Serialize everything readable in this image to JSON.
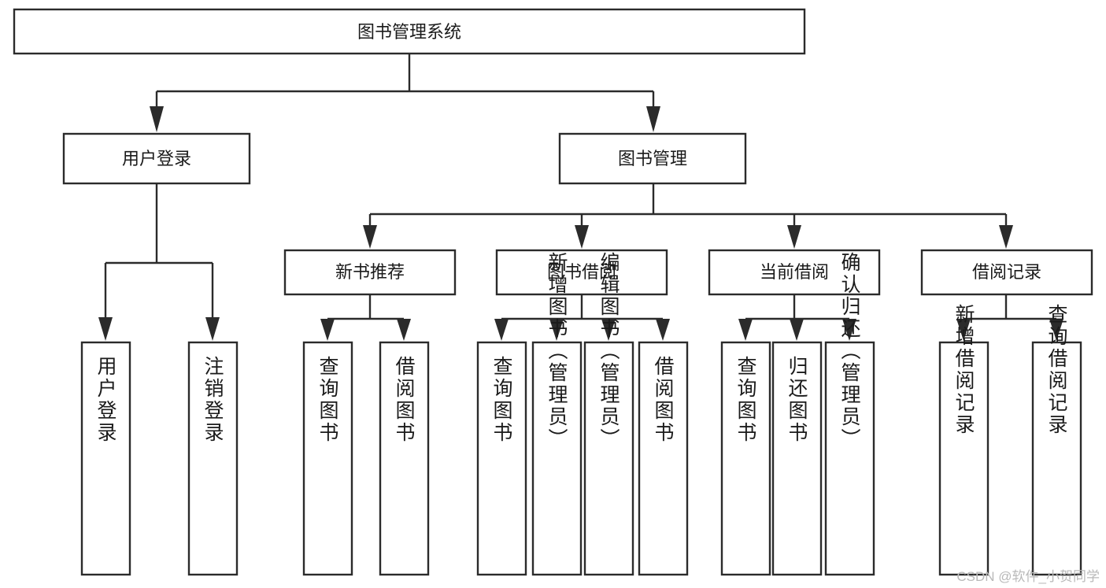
{
  "diagram": {
    "title": "图书管理系统",
    "type": "tree-hierarchy-diagram",
    "orientation": "top-down",
    "colors": {
      "box_stroke": "#2b2b2b",
      "box_fill": "#ffffff",
      "text": "#1a1a1a",
      "background": "#ffffff",
      "watermark": "#b9b9b9"
    },
    "root": {
      "label": "图书管理系统"
    },
    "level2": [
      {
        "label": "用户登录"
      },
      {
        "label": "图书管理"
      }
    ],
    "level3": [
      {
        "label": "新书推荐"
      },
      {
        "label": "图书借阅"
      },
      {
        "label": "当前借阅"
      },
      {
        "label": "借阅记录"
      }
    ],
    "leaves": {
      "user_login": [
        {
          "label": "用户登录"
        },
        {
          "label": "注销登录"
        }
      ],
      "new_book_recommend": [
        {
          "label": "查询图书"
        },
        {
          "label": "借阅图书"
        }
      ],
      "book_borrow": [
        {
          "label": "查询图书"
        },
        {
          "label": "新增图书（管理员）"
        },
        {
          "label": "编辑图书（管理员）"
        },
        {
          "label": "借阅图书"
        }
      ],
      "current_borrow": [
        {
          "label": "查询图书"
        },
        {
          "label": "归还图书"
        },
        {
          "label": "确认归还（管理员）"
        }
      ],
      "borrow_record": [
        {
          "label": "新增借阅记录"
        },
        {
          "label": "查询借阅记录"
        }
      ]
    }
  },
  "watermark": {
    "text": "CSDN @软件_小贺同学"
  }
}
